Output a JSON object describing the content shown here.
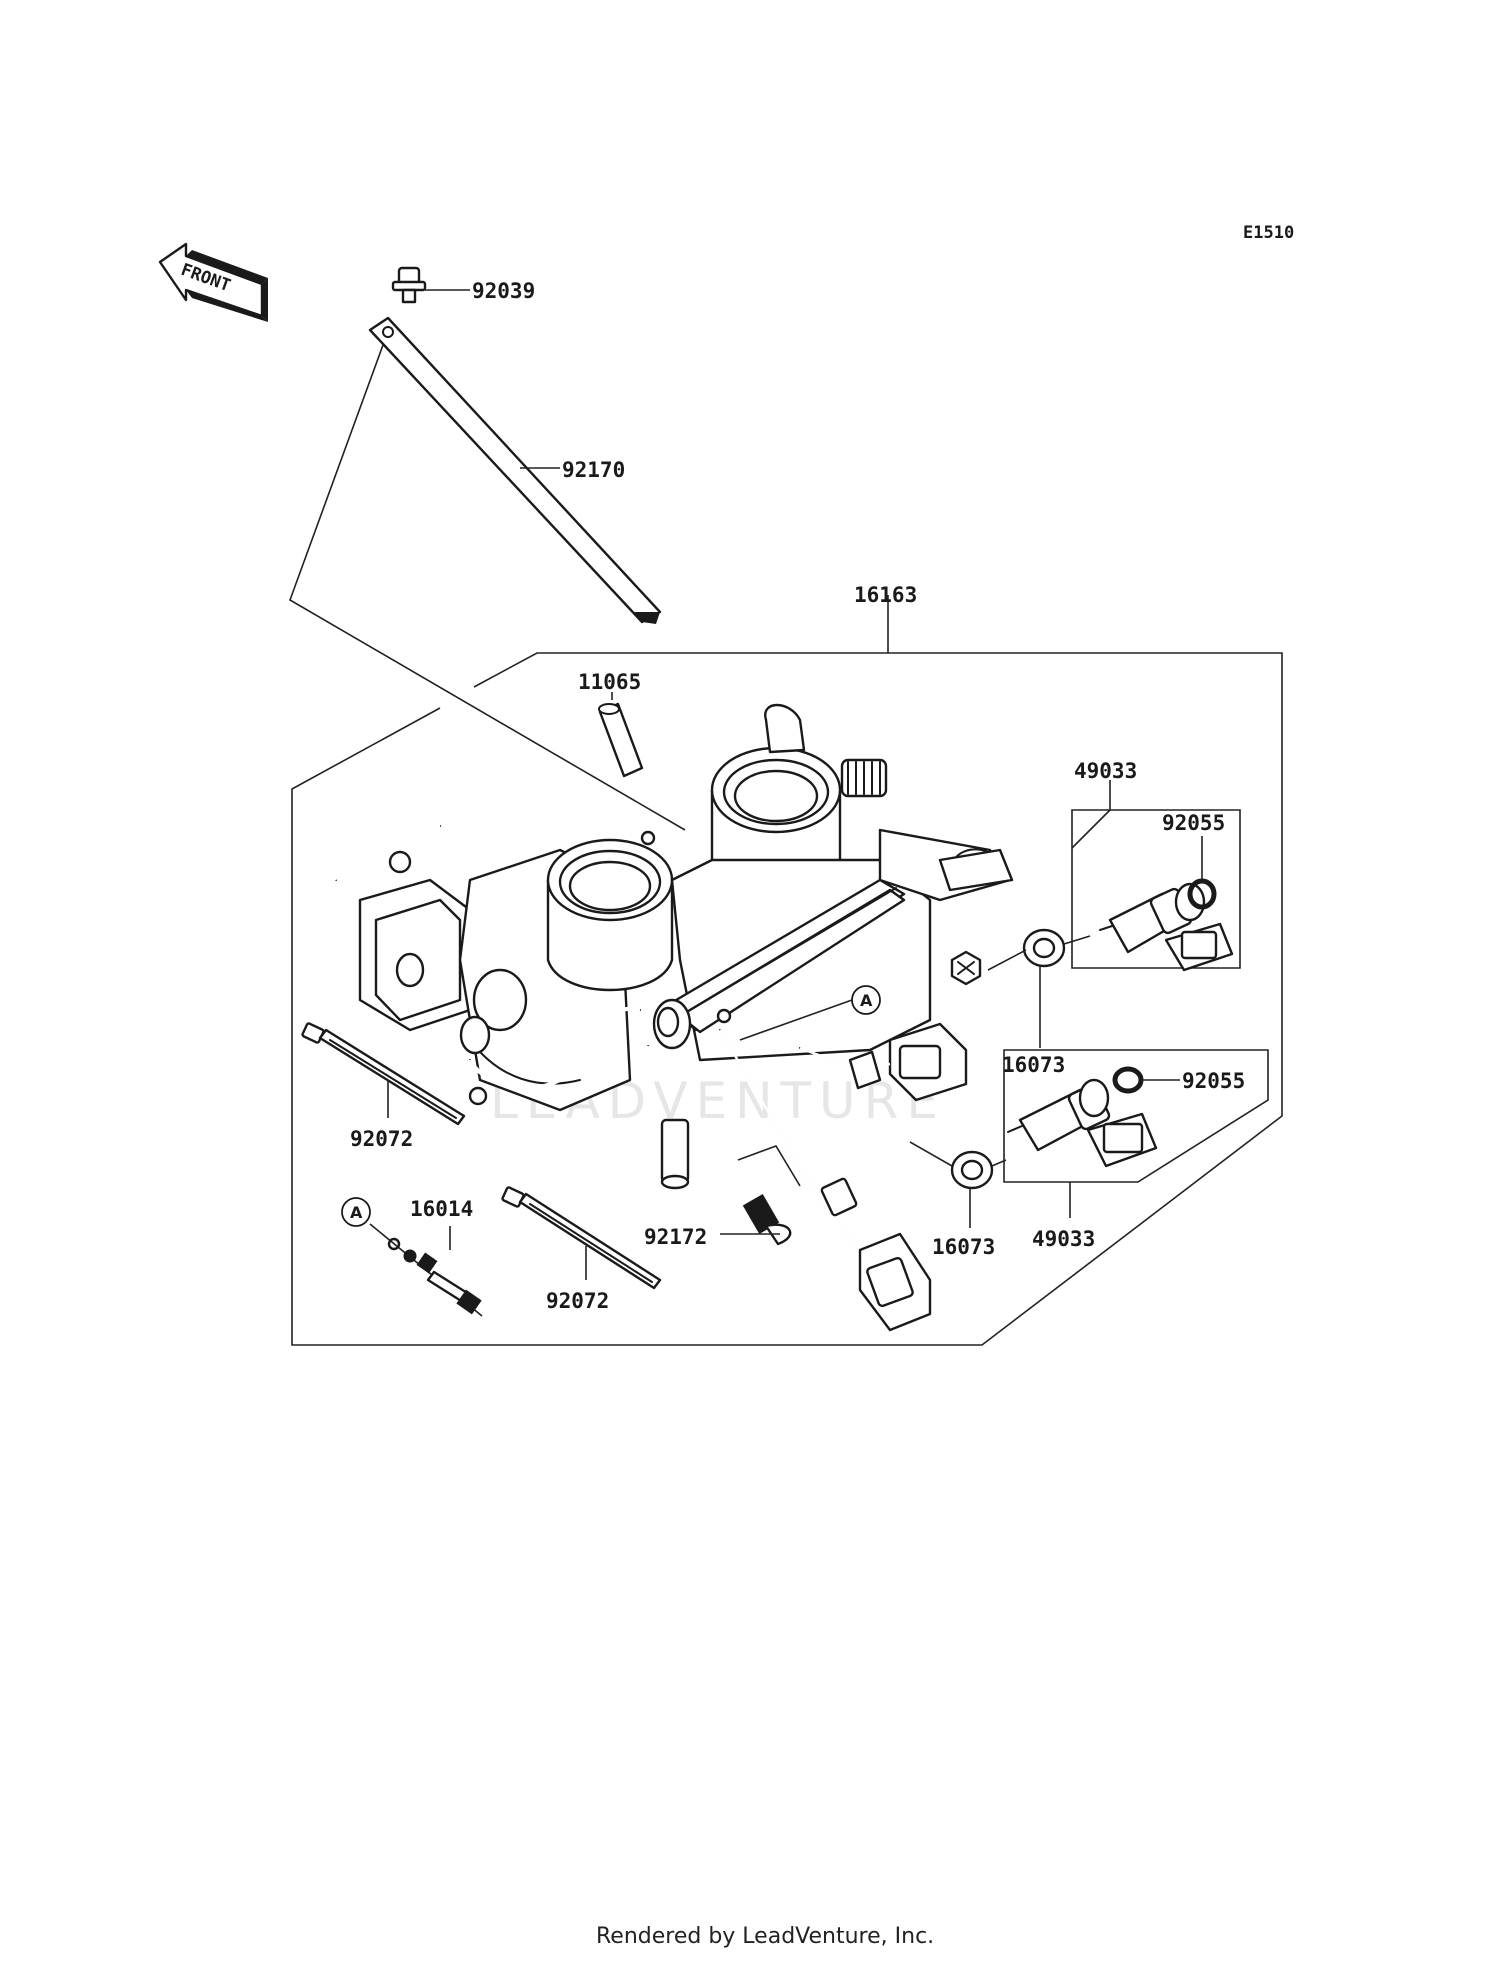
{
  "diagram_code": "E1510",
  "front_label": "FRONT",
  "watermark": "LEADVENTURE",
  "footer": "Rendered by LeadVenture, Inc.",
  "callout": "A",
  "parts": {
    "p92039": "92039",
    "p92170": "92170",
    "p16163": "16163",
    "p11065": "11065",
    "p49033_top": "49033",
    "p92055_top": "92055",
    "p16073_top": "16073",
    "p92055_bottom": "92055",
    "p49033_bottom": "49033",
    "p16073_bottom": "16073",
    "p92072_left": "92072",
    "p92072_bottom": "92072",
    "p16014": "16014",
    "p92172": "92172"
  }
}
